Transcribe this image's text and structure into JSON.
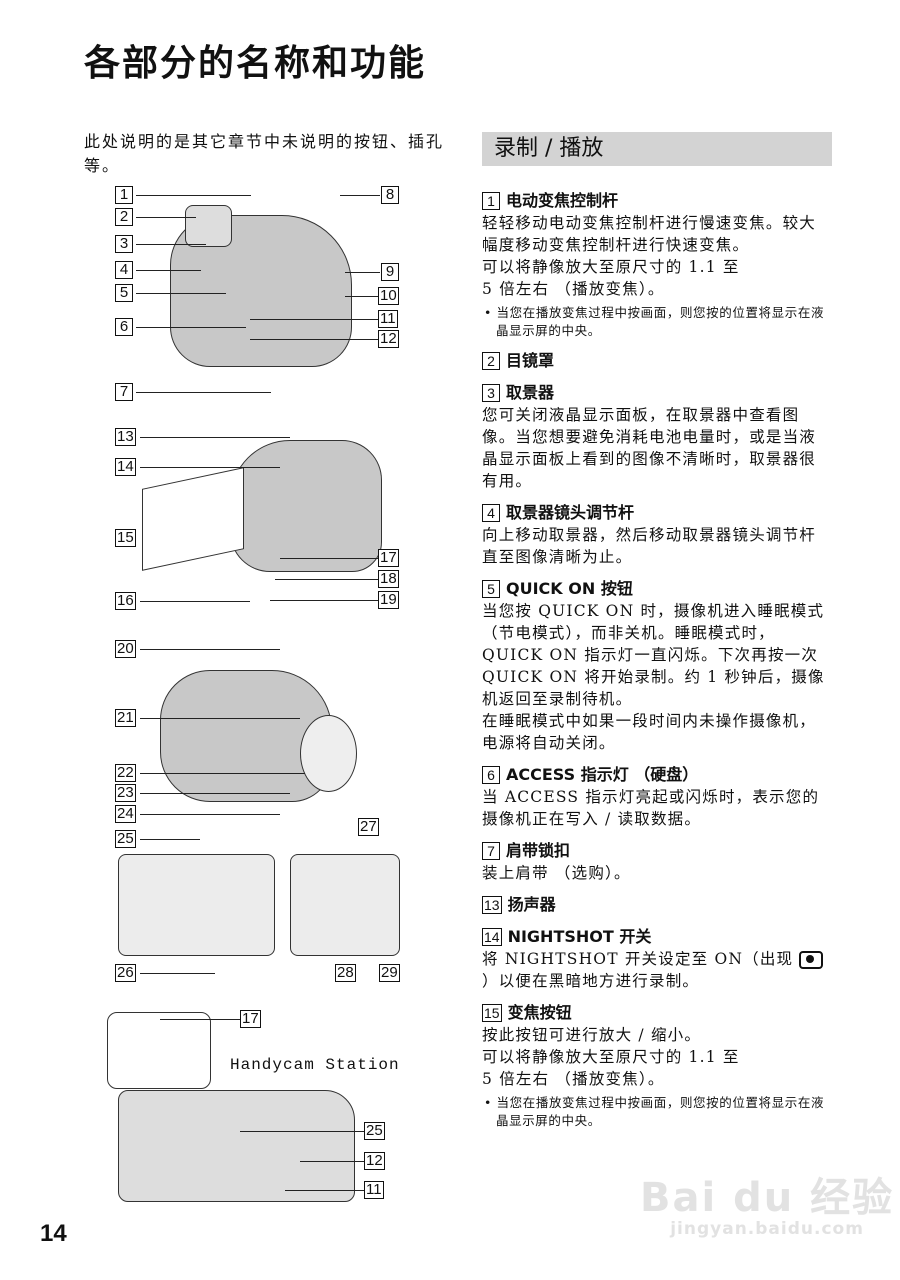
{
  "page": {
    "title": "各部分的名称和功能",
    "intro": "此处说明的是其它章节中未说明的按钮、插孔等。",
    "page_number": "14"
  },
  "section": {
    "title": "录制 / 播放",
    "items": [
      {
        "num": "1",
        "title": "电动变焦控制杆",
        "body": "轻轻移动电动变焦控制杆进行慢速变焦。较大幅度移动变焦控制杆进行快速变焦。\n可以将静像放大至原尺寸的 1.1 至\n5 倍左右 （播放变焦）。",
        "note": "当您在播放变焦过程中按画面，则您按的位置将显示在液晶显示屏的中央。"
      },
      {
        "num": "2",
        "title": "目镜罩"
      },
      {
        "num": "3",
        "title": "取景器",
        "body": "您可关闭液晶显示面板，在取景器中查看图像。当您想要避免消耗电池电量时，或是当液晶显示面板上看到的图像不清晰时，取景器很有用。"
      },
      {
        "num": "4",
        "title": "取景器镜头调节杆",
        "body": "向上移动取景器，然后移动取景器镜头调节杆直至图像清晰为止。"
      },
      {
        "num": "5",
        "title": "QUICK ON 按钮",
        "body": "当您按 QUICK ON 时，摄像机进入睡眠模式 （节电模式），而非关机。睡眠模式时，QUICK ON 指示灯一直闪烁。下次再按一次 QUICK ON 将开始录制。约 1 秒钟后，摄像机返回至录制待机。\n在睡眠模式中如果一段时间内未操作摄像机，电源将自动关闭。"
      },
      {
        "num": "6",
        "title": "ACCESS 指示灯 （硬盘）",
        "body": "当 ACCESS 指示灯亮起或闪烁时，表示您的摄像机正在写入 / 读取数据。"
      },
      {
        "num": "7",
        "title": "肩带锁扣",
        "body": "装上肩带 （选购）。"
      },
      {
        "num": "13",
        "title": "扬声器"
      },
      {
        "num": "14",
        "title": "NIGHTSHOT 开关",
        "body_pre": "将 NIGHTSHOT 开关设定至 ON（出现 ",
        "body_icon": "nightshot-icon",
        "body_post": "）以便在黑暗地方进行录制。"
      },
      {
        "num": "15",
        "title": "变焦按钮",
        "body": "按此按钮可进行放大 / 缩小。\n可以将静像放大至原尺寸的 1.1 至\n5 倍左右 （播放变焦）。",
        "note": "当您在播放变焦过程中按画面，则您按的位置将显示在液晶显示屏的中央。"
      }
    ]
  },
  "diagrams": {
    "callouts_fig1": [
      "1",
      "2",
      "3",
      "4",
      "5",
      "6",
      "7",
      "8",
      "9",
      "10",
      "11",
      "12"
    ],
    "callouts_fig2": [
      "13",
      "14",
      "15",
      "16",
      "17",
      "18",
      "19"
    ],
    "callouts_fig3": [
      "20",
      "21",
      "22",
      "23",
      "24"
    ],
    "callouts_fig4": [
      "25",
      "26",
      "27",
      "28",
      "29"
    ],
    "callouts_station": [
      "17",
      "25",
      "12",
      "11"
    ],
    "station_label": "Handycam Station"
  },
  "watermark": {
    "logo": "Bai du 经验",
    "url": "jingyan.baidu.com"
  }
}
